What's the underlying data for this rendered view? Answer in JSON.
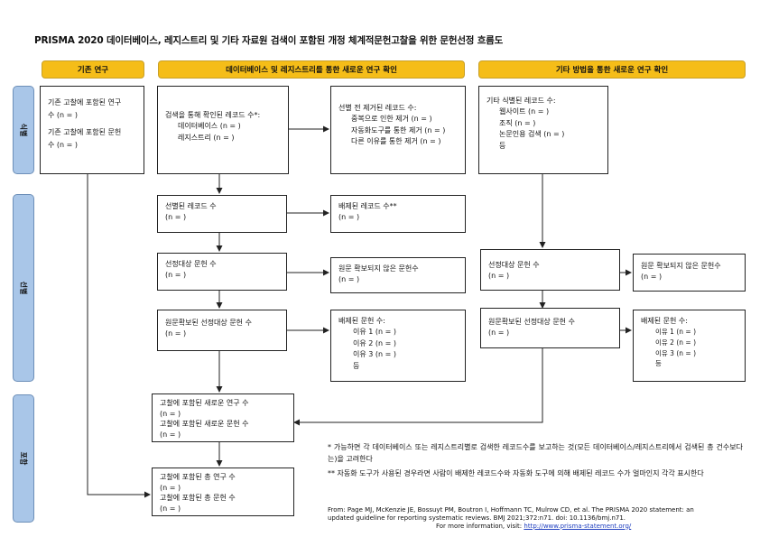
{
  "title": "PRISMA 2020 데이터베이스, 레지스트리 및 기타 자료원 검색이 포함된 개정 체계적문헌고찰을 위한 문헌선정 흐름도",
  "headers": {
    "existing": "기존 연구",
    "db": "데이터베이스 및 레지스트리를 통한 새로운 연구 확인",
    "other": "기타 방법을 통한 새로운 연구 확인"
  },
  "stages": {
    "identification": "식별",
    "screening": "선별",
    "included": "포함"
  },
  "boxes": {
    "prev": [
      "기존 고찰에 포함된 연구",
      "수 (n = )",
      "기존 고찰에 포함된 문헌",
      "수 (n = )"
    ],
    "db_identified": [
      "검색을 통해 확인된 레코드 수*:",
      "데이터베이스 (n = )",
      "레지스트리 (n = )"
    ],
    "removed": [
      "선별 전 제거된 레코드 수:",
      "중복으로 인한 제거  (n = )",
      "자동화도구를 통한 제거 (n = )",
      "다른 이유를 통한 제거 (n = )"
    ],
    "other_identified": [
      "기타 식별된 레코드 수:",
      "웹사이트 (n = )",
      "조직 (n = )",
      "논문인용 검색 (n = )",
      "등"
    ],
    "screened": [
      "선별된 레코드 수",
      "(n = )"
    ],
    "excluded": [
      "배제된 레코드 수**",
      "(n = )"
    ],
    "sought_db": [
      "선정대상 문헌 수",
      "(n = )"
    ],
    "not_retrieved_db": [
      "원문 확보되지 않은 문헌수",
      "(n = )"
    ],
    "assessed_db": [
      "원문확보된 선정대상 문헌 수",
      "(n = )"
    ],
    "excl_reasons_db": [
      "배제된 문헌 수:",
      "이유 1 (n = )",
      "이유 2 (n = )",
      "이유 3 (n = )",
      "등"
    ],
    "sought_other": [
      "선정대상 문헌 수",
      "(n = )"
    ],
    "not_retrieved_other": [
      "원문 확보되지 않은 문헌수",
      "(n = )"
    ],
    "assessed_other": [
      "원문확보된 선정대상 문헌 수",
      "(n = )"
    ],
    "excl_reasons_other": [
      "배제된 문헌 수:",
      "이유 1 (n = )",
      "이유 2 (n = )",
      "이유 3 (n = )",
      "등"
    ],
    "new_included": [
      "고찰에 포함된 새로운 연구 수",
      "(n = )",
      "고찰에 포함된 새로운 문헌 수",
      "(n = )"
    ],
    "total_included": [
      "고찰에 포함된 총 연구 수",
      "(n = )",
      "고찰에 포함된 총 문헌 수",
      "(n = )"
    ]
  },
  "notes": {
    "note1": "*  가능하면  각  데이터베이스  또는  레지스트리별로  검색한  레코드수를  보고하는  것(모든 데이터베이스/레지스트리에서 검색된 총 건수보다는)을 고려한다",
    "note2": "** 자동화 도구가 사용된 경우라면 사람이 배제한 레코드수와 자동화 도구에 의해 배제된 레코드 수가 얼마인지 각각 표시한다"
  },
  "reference": {
    "line1": "From:  Page MJ, McKenzie JE, Bossuyt PM, Boutron I, Hoffmann TC, Mulrow CD, et al. The PRISMA 2020 statement: an",
    "line2": "updated guideline for reporting systematic reviews. BMJ 2021;372:n71. doi: 10.1136/bmj.n71.",
    "more_prefix": "For more information, visit: ",
    "url": "http://www.prisma-statement.org/"
  }
}
